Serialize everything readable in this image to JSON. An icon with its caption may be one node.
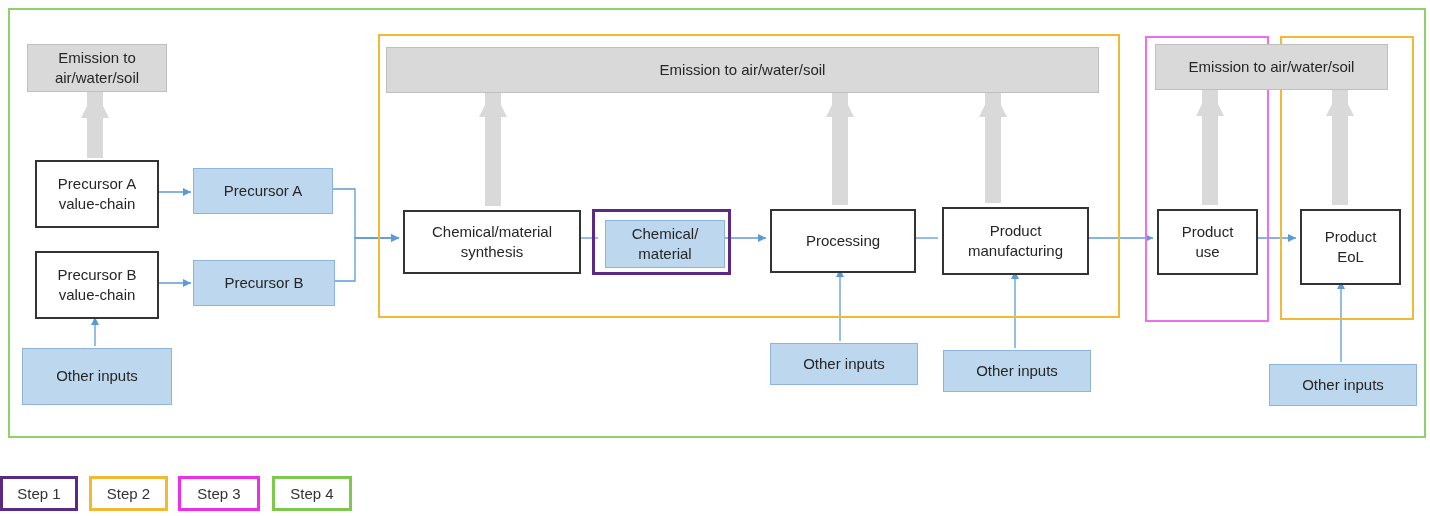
{
  "diagram": {
    "nodes": [
      {
        "text": [],
        "shape": "box"
      },
      {
        "text": [
          "Emission to air/water/soil"
        ],
        "in": 0
      },
      {
        "text": [
          "Precursor A value-chain"
        ],
        "in": 0
      },
      {
        "text": [
          "Precursor B value-chain"
        ],
        "in": 0
      },
      {
        "text": [
          "Other inputs"
        ],
        "in": 0
      },
      {
        "text": [
          "Precursor A"
        ],
        "in": 0
      },
      {
        "text": [
          "Precursor B"
        ],
        "in": 0
      },
      {
        "text": [],
        "shape": "box",
        "in": 0
      },
      {
        "text": [
          "Emission to air/water/soil"
        ],
        "in": 7
      },
      {
        "text": [
          "Chemical/material synthesis"
        ],
        "in": 7
      },
      {
        "text": [],
        "shape": "box",
        "in": 7
      },
      {
        "text": [
          "Chemical/ material"
        ],
        "in": 10
      },
      {
        "text": [
          "Processing"
        ],
        "in": 7
      },
      {
        "text": [
          "Product manufacturing"
        ],
        "in": 7
      },
      {
        "text": [
          "Other inputs"
        ],
        "in": 0
      },
      {
        "text": [
          "Other inputs"
        ],
        "in": 0
      },
      {
        "text": [],
        "shape": "box",
        "in": 0
      },
      {
        "text": [],
        "shape": "box",
        "in": 0
      },
      {
        "text": [
          "Emission to air/water/soil"
        ],
        "in": 0
      },
      {
        "text": [
          "Product use"
        ],
        "in": 16
      },
      {
        "text": [
          "Product EoL"
        ],
        "in": 17
      },
      {
        "text": [
          "Other inputs"
        ],
        "in": 0
      }
    ],
    "edges": [
      {
        "from": 2,
        "to": 5,
        "arrow": "to"
      },
      {
        "from": 3,
        "to": 6,
        "arrow": "to"
      },
      {
        "from": 4,
        "to": 3,
        "arrow": "to"
      },
      {
        "from": 5,
        "to": 9,
        "arrow": "to"
      },
      {
        "from": 6,
        "to": 9,
        "arrow": "to"
      },
      {
        "from": 9,
        "to": 11,
        "arrow": "none"
      },
      {
        "from": 11,
        "to": 12,
        "arrow": "to"
      },
      {
        "from": 12,
        "to": 13,
        "arrow": "none"
      },
      {
        "from": 13,
        "to": 19,
        "arrow": "to"
      },
      {
        "from": 19,
        "to": 20,
        "arrow": "to"
      },
      {
        "from": 14,
        "to": 12,
        "arrow": "to"
      },
      {
        "from": 15,
        "to": 13,
        "arrow": "to"
      },
      {
        "from": 21,
        "to": 20,
        "arrow": "to"
      },
      {
        "from": 2,
        "to": 1,
        "arrow": "to",
        "style": "thick",
        "color": "#d9d9d9"
      },
      {
        "from": 9,
        "to": 8,
        "arrow": "to",
        "style": "thick",
        "color": "#d9d9d9"
      },
      {
        "from": 12,
        "to": 8,
        "arrow": "to",
        "style": "thick",
        "color": "#d9d9d9"
      },
      {
        "from": 13,
        "to": 8,
        "arrow": "to",
        "style": "thick",
        "color": "#d9d9d9"
      },
      {
        "from": 19,
        "to": 18,
        "arrow": "to",
        "style": "thick",
        "color": "#d9d9d9"
      },
      {
        "from": 20,
        "to": 18,
        "arrow": "to",
        "style": "thick",
        "color": "#d9d9d9"
      }
    ],
    "legend": [
      {
        "text": "Step 1",
        "color": "#5b2a86"
      },
      {
        "text": "Step 2",
        "color": "#f2b935"
      },
      {
        "text": "Step 3",
        "color": "#ee2ee8"
      },
      {
        "text": "Step 4",
        "color": "#7ec850"
      }
    ]
  }
}
